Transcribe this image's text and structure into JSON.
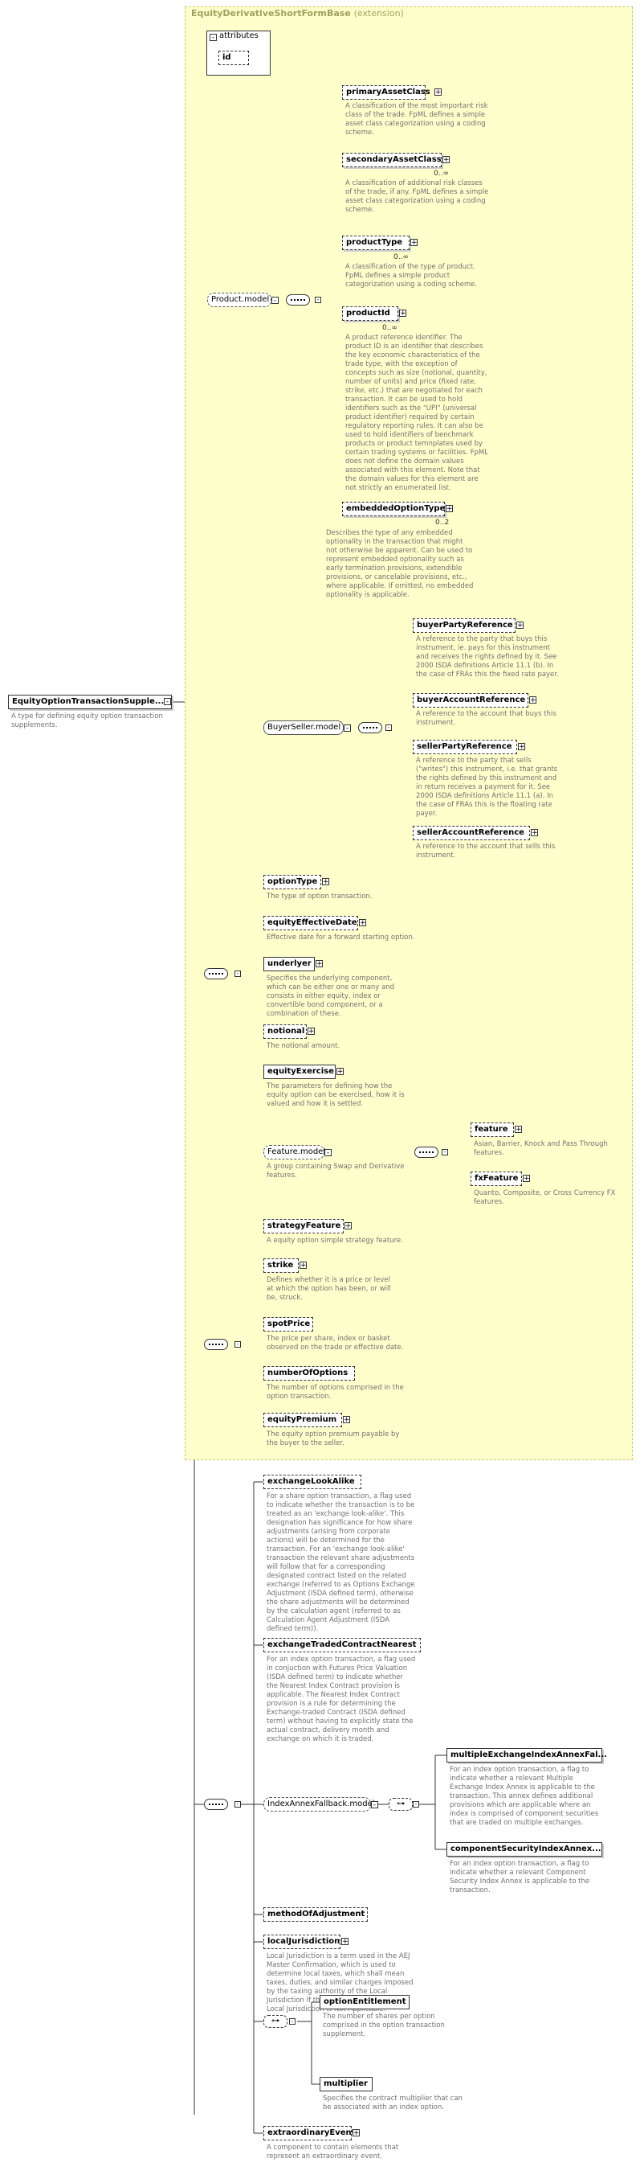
{
  "root": {
    "name": "EquityOptionTransactionSupple...",
    "doc": "A type for defining equity option transaction supplements."
  },
  "extension": {
    "title": "EquityDerivativeShortFormBase",
    "suffix": "(extension)"
  },
  "attributes": {
    "label": "attributes",
    "items": [
      "id"
    ]
  },
  "product_model": {
    "label": "Product.model",
    "elements": [
      {
        "name": "primaryAssetClass",
        "occ": "",
        "doc": "A classification of the most important risk class of the trade. FpML defines a simple asset class categorization using a coding scheme."
      },
      {
        "name": "secondaryAssetClass",
        "occ": "0..∞",
        "doc": "A classification of additional risk classes of the trade, if any. FpML defines a simple asset class categorization using a coding scheme."
      },
      {
        "name": "productType",
        "occ": "0..∞",
        "doc": "A classification of the type of product. FpML defines a simple product categorization using a coding scheme."
      },
      {
        "name": "productId",
        "occ": "0..∞",
        "doc": "A product reference identifier. The product ID is an identifier that describes the key economic characteristics of the trade type, with the exception of concepts such as size (notional, quantity, number of units) and price (fixed rate, strike, etc.) that are negotiated for each transaction. It can be used to hold identifiers such as the \"UPI\" (universal product identifier) required by certain regulatory reporting rules. It can also be used to hold identifiers of benchmark products or product temnplates used by certain trading systems or facilities. FpML does not define the domain values associated with this element. Note that the domain values for this element are not strictly an enumerated list."
      },
      {
        "name": "embeddedOptionType",
        "occ": "0..2",
        "doc": "Describes the type of any embedded optionality in the transaction that might not otherwise be apparent. Can be used to represent embedded optionality such as early termination provisions, extendible provisions, or cancelable provisions, etc., where applicable. If omitted, no embedded optionality is applicable."
      }
    ]
  },
  "buyer_seller": {
    "label": "BuyerSeller.model",
    "elements": [
      {
        "name": "buyerPartyReference",
        "doc": "A reference to the party that buys this instrument, ie. pays for this instrument and receives the rights defined by it. See 2000 ISDA definitions Article 11.1 (b). In the case of FRAs this the fixed rate payer."
      },
      {
        "name": "buyerAccountReference",
        "doc": "A reference to the account that buys this instrument."
      },
      {
        "name": "sellerPartyReference",
        "doc": "A reference to the party that sells (\"writes\") this instrument, i.e. that grants the rights defined by this instrument and in return receives a payment for it. See 2000 ISDA definitions Article 11.1 (a). In the case of FRAs this is the floating rate payer."
      },
      {
        "name": "sellerAccountReference",
        "doc": "A reference to the account that sells this instrument."
      }
    ]
  },
  "base_elements": [
    {
      "name": "optionType",
      "doc": "The type of option transaction."
    },
    {
      "name": "equityEffectiveDate",
      "doc": "Effective date for a forward starting option."
    },
    {
      "name": "underlyer",
      "doc": "Specifies the underlying component, which can be either one or many and consists in either equity, index or convertible bond component, or a combination of these."
    },
    {
      "name": "notional",
      "doc": "The notional amount."
    },
    {
      "name": "equityExercise",
      "doc": "The parameters for defining how the equity option can be exercised, how it is valued and how it is settled."
    }
  ],
  "feature_model": {
    "label": "Feature.model",
    "doc": "A group containing Swap and Derivative features.",
    "elements": [
      {
        "name": "feature",
        "doc": "Asian, Barrier, Knock and Pass Through features."
      },
      {
        "name": "fxFeature",
        "doc": "Quanto, Composite, or Cross Currency FX features."
      }
    ]
  },
  "strategy": {
    "name": "strategyFeature",
    "doc": "A equity option simple strategy feature."
  },
  "premium_group": [
    {
      "name": "strike",
      "doc": "Defines whether it is a price or level at which the option has been, or will be, struck."
    },
    {
      "name": "spotPrice",
      "doc": "The price per share, index or basket observed on the trade or effective date."
    },
    {
      "name": "numberOfOptions",
      "doc": "The number of options comprised in the option transaction."
    },
    {
      "name": "equityPremium",
      "doc": "The equity option premium payable by the buyer to the seller."
    }
  ],
  "supplement_elements": [
    {
      "name": "exchangeLookAlike",
      "doc": "For a share option transaction, a flag used to indicate whether the transaction is to be treated as an 'exchange look-alike'. This designation has significance for how share adjustments (arising from corporate actions) will be determined for the transaction. For an 'exchange look-alike' transaction the relevant share adjustments will follow that for a corresponding designated contract listed on the related exchange (referred to as Options Exchange Adjustment (ISDA defined term), otherwise the share adjustments will be determined by the calculation agent (referred to as Calculation Agent Adjustment (ISDA defined term))."
    },
    {
      "name": "exchangeTradedContractNearest",
      "doc": "For an index option transaction, a flag used in conjuction with Futures Price Valuation (ISDA defined term) to indicate whether the Nearest Index Contract provision is applicable. The Nearest Index Contract provision is a rule for determining the Exchange-traded Contract (ISDA defined term) without having to explicitly state the actual contract, delivery month and exchange on which it is traded."
    }
  ],
  "index_annex": {
    "label": "IndexAnnexFallback.model",
    "elements": [
      {
        "name": "multipleExchangeIndexAnnexFal...",
        "doc": "For an index option transaction, a flag to indicate whether a relevant Multiple Exchange Index Annex is applicable to the transaction. This annex defines additional provisions which are applicable where an index is comprised of component securities that are traded on multiple exchanges."
      },
      {
        "name": "componentSecurityIndexAnnex...",
        "doc": "For an index option transaction, a flag to indicate whether a relevant Component Security Index Annex is applicable to the transaction."
      }
    ]
  },
  "method": {
    "name": "methodOfAdjustment"
  },
  "local_jurisdiction": {
    "name": "localJurisdiction",
    "doc": "Local Jurisdiction is a term used in the AEJ Master Confirmation, which is used to determine local taxes, which shall mean taxes, duties, and similar charges imposed by the taxing authority of the Local Jurisdiction If this element is not present Local Jurisdiction is Not Applicable."
  },
  "option_choice": [
    {
      "name": "optionEntitlement",
      "doc": "The number of shares per option comprised in the option transaction supplement."
    },
    {
      "name": "multiplier",
      "doc": "Specifies the contract multiplier that can be associated with an index option."
    }
  ],
  "extraordinary": {
    "name": "extraordinaryEvents",
    "doc": "A component to contain elements that represent an extraordinary event."
  }
}
